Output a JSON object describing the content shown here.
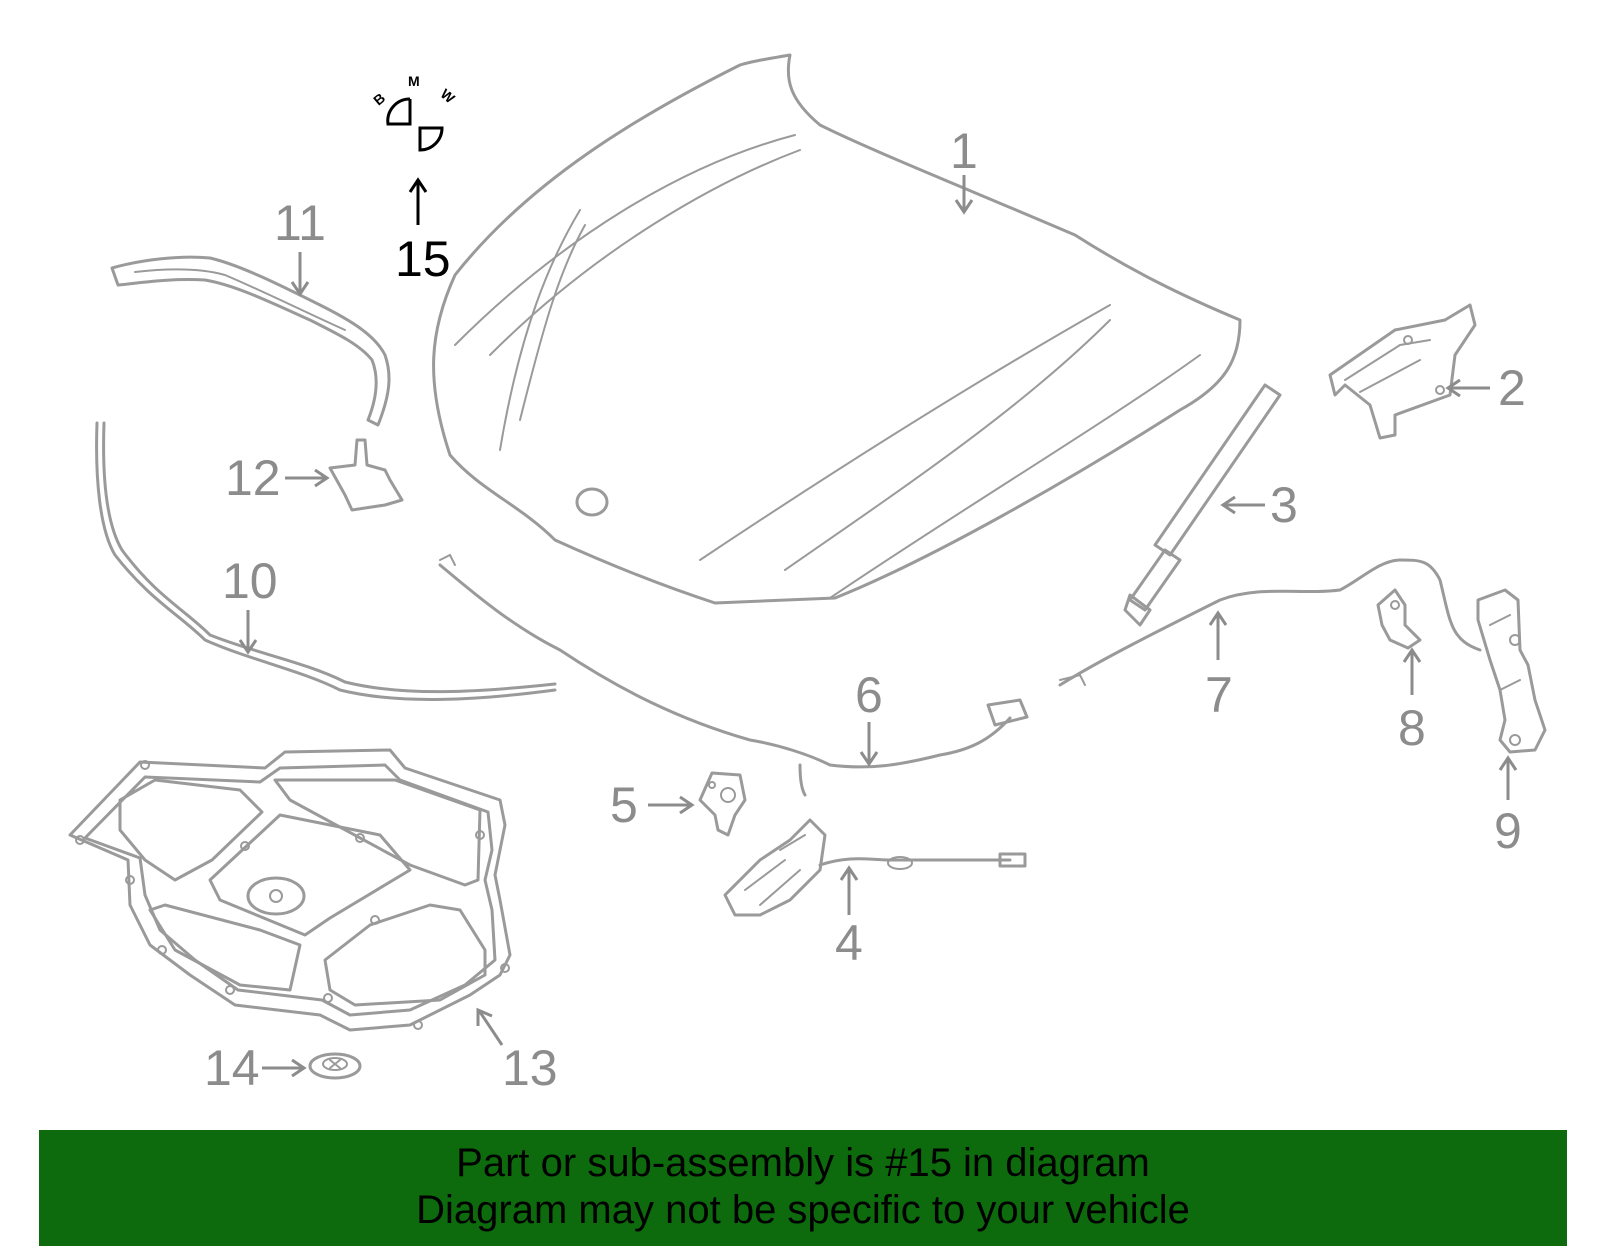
{
  "diagram": {
    "callouts": {
      "c1": "1",
      "c2": "2",
      "c3": "3",
      "c4": "4",
      "c5": "5",
      "c6": "6",
      "c7": "7",
      "c8": "8",
      "c9": "9",
      "c10": "10",
      "c11": "11",
      "c12": "12",
      "c13": "13",
      "c14": "14",
      "c15": "15"
    },
    "highlighted_part": "15",
    "emblem_letters": {
      "b": "B",
      "m": "M",
      "w": "W"
    },
    "colors": {
      "part_stroke": "#9a9a9a",
      "highlight": "#000000",
      "banner_bg": "#0d6a0d"
    }
  },
  "banner": {
    "line1": "Part or sub-assembly is #15 in diagram",
    "line2": "Diagram may not be specific to your vehicle"
  }
}
